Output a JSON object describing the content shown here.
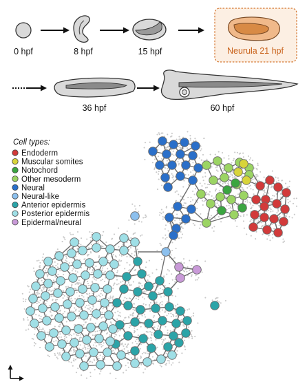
{
  "stages": [
    {
      "label": "0 hpf"
    },
    {
      "label": "8 hpf"
    },
    {
      "label": "15 hpf"
    },
    {
      "label": "Neurula 21 hpf",
      "highlighted": true
    },
    {
      "label": "36 hpf"
    },
    {
      "label": "60 hpf"
    }
  ],
  "legend": {
    "title": "Cell types:",
    "items": [
      {
        "label": "Endoderm",
        "color": "#d23a3a"
      },
      {
        "label": "Muscular somites",
        "color": "#d8d43a"
      },
      {
        "label": "Notochord",
        "color": "#3aa540"
      },
      {
        "label": "Other mesoderm",
        "color": "#9bd463"
      },
      {
        "label": "Neural",
        "color": "#2a6fc9"
      },
      {
        "label": "Neural-like",
        "color": "#8cc0ee"
      },
      {
        "label": "Anterior epidermis",
        "color": "#2ba4a8"
      },
      {
        "label": "Posterior epidermis",
        "color": "#9fdfe6"
      },
      {
        "label": "Epidermal/neural",
        "color": "#c99ad8"
      }
    ]
  },
  "colors": {
    "highlight_box_fill": "#fcefe3",
    "highlight_box_stroke": "#d4762f",
    "highlight_embryo": "#d88a45",
    "edge": "#6e6e6e",
    "scatter": "#c8c8c8"
  },
  "icons": [
    "axes-icon"
  ]
}
